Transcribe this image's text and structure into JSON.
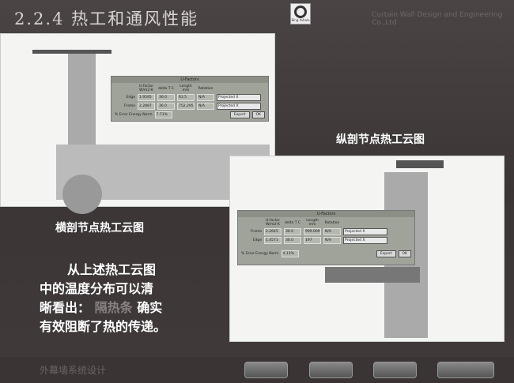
{
  "header": {
    "title": "2.2.4 热工和通风性能",
    "logo_text": "Bing Yohalo",
    "company": "Curtain Wall Design and Engineering Co.,Ltd"
  },
  "dialog_left": {
    "title": "U-Factors",
    "col_headers": [
      "U-factor W/m2-K",
      "delta T C",
      "Length mm",
      "Rotation"
    ],
    "rows": [
      {
        "label": "Edge",
        "u": "1.9595",
        "dt": "36.0",
        "len": "63.5",
        "rot": "N/A",
        "proj": "Projected X"
      },
      {
        "label": "Frame",
        "u": "2.2887",
        "dt": "36.0",
        "len": "752.295",
        "rot": "N/A",
        "proj": "Projected X"
      }
    ],
    "error_label": "% Error Energy Norm",
    "error_value": "7.71%",
    "export": "Export",
    "ok": "OK"
  },
  "dialog_right": {
    "title": "U-Factors",
    "col_headers": [
      "U-factor W/m2-K",
      "delta T C",
      "Length mm",
      "Rotation"
    ],
    "rows": [
      {
        "label": "Frame",
        "u": "2.2645",
        "dt": "36.0",
        "len": "999.009",
        "rot": "N/A",
        "proj": "Projected X"
      },
      {
        "label": "Edge",
        "u": "1.4571",
        "dt": "36.0",
        "len": "197",
        "rot": "N/A",
        "proj": "Projected X"
      }
    ],
    "error_label": "% Error Energy Norm",
    "error_value": "4.13%",
    "export": "Export",
    "ok": "OK"
  },
  "captions": {
    "vertical": "纵剖节点热工云图",
    "horizontal": "横剖节点热工云图"
  },
  "body": {
    "line1": "从上述热工云图",
    "line2": "中的温度分布可以清",
    "line3a": "晰看出：",
    "highlight": "隔热条",
    "line3b": "确实",
    "line4": "有效阻断了热的传递。"
  },
  "footer": {
    "title": "外幕墙系统设计"
  }
}
